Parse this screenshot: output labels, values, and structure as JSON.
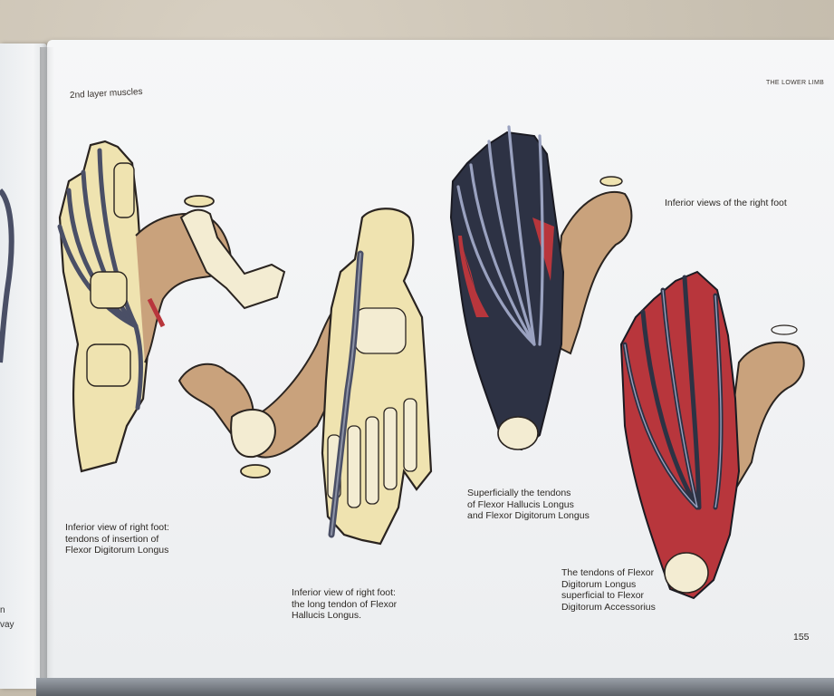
{
  "page": {
    "section_title": "2nd layer muscles",
    "running_head": "THE LOWER LIMB",
    "page_number": "155"
  },
  "left_page": {
    "fragment_1": "n",
    "fragment_2": "vay"
  },
  "captions": {
    "fig1": "Inferior view of right foot:\ntendons of insertion of\nFlexor Digitorum Longus",
    "fig2": "Inferior view of right foot:\nthe long tendon of Flexor\nHallucis Longus.",
    "fig3": "Superficially the tendons\nof Flexor Hallucis Longus\nand Flexor Digitorum Longus",
    "fig4_heading": "Inferior views of the right foot",
    "fig4": "The tendons of Flexor\nDigitorum Longus\nsuperficial to Flexor\nDigitorum Accessorius"
  },
  "colors": {
    "bone": "#efe3b0",
    "tendon": "#4a4f66",
    "muscle": "#b8363c",
    "tan_muscle": "#c9a27c",
    "paper": "#f3f4f5"
  }
}
